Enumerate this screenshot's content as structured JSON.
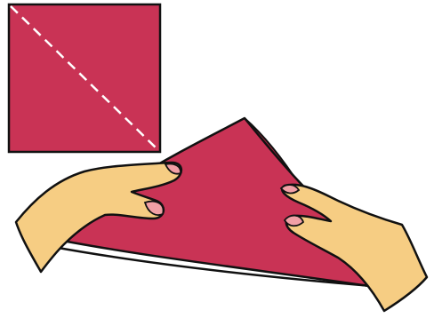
{
  "diagram": {
    "kind": "origami-folding-step",
    "steps": [
      {
        "name": "square-paper-with-diagonal-fold-line",
        "fold_line_style": "dashed"
      },
      {
        "name": "folded-triangle-held-by-two-hands"
      }
    ],
    "colors": {
      "paper": "#C93355",
      "paper_shadow": "#A4253F",
      "outline": "#111111",
      "fold_line": "#FFFFFF",
      "skin": "#F6CD83",
      "nail": "#F2A0A6",
      "background": "#FFFFFF"
    }
  }
}
